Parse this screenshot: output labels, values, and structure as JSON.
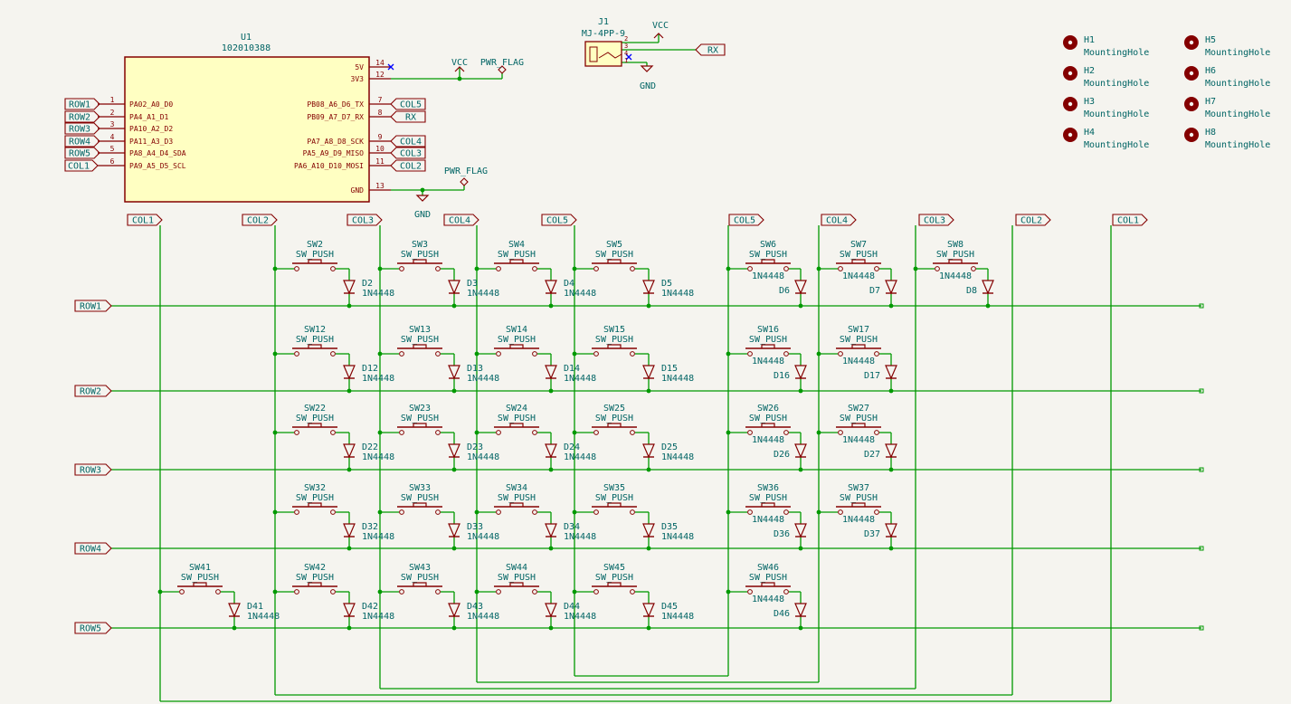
{
  "colors": {
    "background": "#f5f4ef",
    "wire": "#009900",
    "symbol": "#840000",
    "text": "#006464",
    "ic_fill": "#ffffc2",
    "ic_stroke": "#840000",
    "no_connect": "#0000ff"
  },
  "mcu": {
    "ref": "U1",
    "value": "102010388",
    "pins_left": [
      {
        "num": "1",
        "name": "PA02_A0_D0",
        "net": "ROW1"
      },
      {
        "num": "2",
        "name": "PA4_A1_D1",
        "net": "ROW2"
      },
      {
        "num": "3",
        "name": "PA10_A2_D2",
        "net": "ROW3"
      },
      {
        "num": "4",
        "name": "PA11_A3_D3",
        "net": "ROW4"
      },
      {
        "num": "5",
        "name": "PA8_A4_D4_SDA",
        "net": "ROW5"
      },
      {
        "num": "6",
        "name": "PA9_A5_D5_SCL",
        "net": "COL1"
      }
    ],
    "pins_right": [
      {
        "num": "14",
        "name": "5V",
        "net": ""
      },
      {
        "num": "12",
        "name": "3V3",
        "net": ""
      },
      {
        "num": "7",
        "name": "PB08_A6_D6_TX",
        "net": "COL5"
      },
      {
        "num": "8",
        "name": "PB09_A7_D7_RX",
        "net": "RX"
      },
      {
        "num": "9",
        "name": "PA7_A8_D8_SCK",
        "net": "COL4"
      },
      {
        "num": "10",
        "name": "PA5_A9_D9_MISO",
        "net": "COL3"
      },
      {
        "num": "11",
        "name": "PA6_A10_D10_MOSI",
        "net": "COL2"
      },
      {
        "num": "13",
        "name": "GND",
        "net": ""
      }
    ]
  },
  "power": {
    "vcc": "VCC",
    "gnd": "GND",
    "pwr_flag": "PWR_FLAG"
  },
  "jack": {
    "ref": "J1",
    "value": "MJ-4PP-9",
    "pins": [
      "2",
      "3",
      "4",
      "1"
    ],
    "rx_label": "RX",
    "vcc": "VCC",
    "gnd": "GND"
  },
  "mounting_holes": [
    {
      "ref": "H1",
      "value": "MountingHole"
    },
    {
      "ref": "H2",
      "value": "MountingHole"
    },
    {
      "ref": "H3",
      "value": "MountingHole"
    },
    {
      "ref": "H4",
      "value": "MountingHole"
    },
    {
      "ref": "H5",
      "value": "MountingHole"
    },
    {
      "ref": "H6",
      "value": "MountingHole"
    },
    {
      "ref": "H7",
      "value": "MountingHole"
    },
    {
      "ref": "H8",
      "value": "MountingHole"
    }
  ],
  "column_labels": [
    "COL1",
    "COL2",
    "COL3",
    "COL4",
    "COL5",
    "COL5",
    "COL4",
    "COL3",
    "COL2",
    "COL1"
  ],
  "row_labels": [
    "ROW1",
    "ROW2",
    "ROW3",
    "ROW4",
    "ROW5"
  ],
  "switch_value": "SW_PUSH",
  "diode_value": "1N4448",
  "switches": [
    {
      "ref": "SW2",
      "diode": "D2"
    },
    {
      "ref": "SW3",
      "diode": "D3"
    },
    {
      "ref": "SW4",
      "diode": "D4"
    },
    {
      "ref": "SW5",
      "diode": "D5"
    },
    {
      "ref": "SW6",
      "diode": "D6"
    },
    {
      "ref": "SW7",
      "diode": "D7"
    },
    {
      "ref": "SW8",
      "diode": "D8"
    },
    {
      "ref": "SW12",
      "diode": "D12"
    },
    {
      "ref": "SW13",
      "diode": "D13"
    },
    {
      "ref": "SW14",
      "diode": "D14"
    },
    {
      "ref": "SW15",
      "diode": "D15"
    },
    {
      "ref": "SW16",
      "diode": "D16"
    },
    {
      "ref": "SW17",
      "diode": "D17"
    },
    {
      "ref": "SW22",
      "diode": "D22"
    },
    {
      "ref": "SW23",
      "diode": "D23"
    },
    {
      "ref": "SW24",
      "diode": "D24"
    },
    {
      "ref": "SW25",
      "diode": "D25"
    },
    {
      "ref": "SW26",
      "diode": "D26"
    },
    {
      "ref": "SW27",
      "diode": "D27"
    },
    {
      "ref": "SW32",
      "diode": "D32"
    },
    {
      "ref": "SW33",
      "diode": "D33"
    },
    {
      "ref": "SW34",
      "diode": "D34"
    },
    {
      "ref": "SW35",
      "diode": "D35"
    },
    {
      "ref": "SW36",
      "diode": "D36"
    },
    {
      "ref": "SW37",
      "diode": "D37"
    },
    {
      "ref": "SW41",
      "diode": "D41"
    },
    {
      "ref": "SW42",
      "diode": "D42"
    },
    {
      "ref": "SW43",
      "diode": "D43"
    },
    {
      "ref": "SW44",
      "diode": "D44"
    },
    {
      "ref": "SW45",
      "diode": "D45"
    },
    {
      "ref": "SW46",
      "diode": "D46"
    }
  ]
}
